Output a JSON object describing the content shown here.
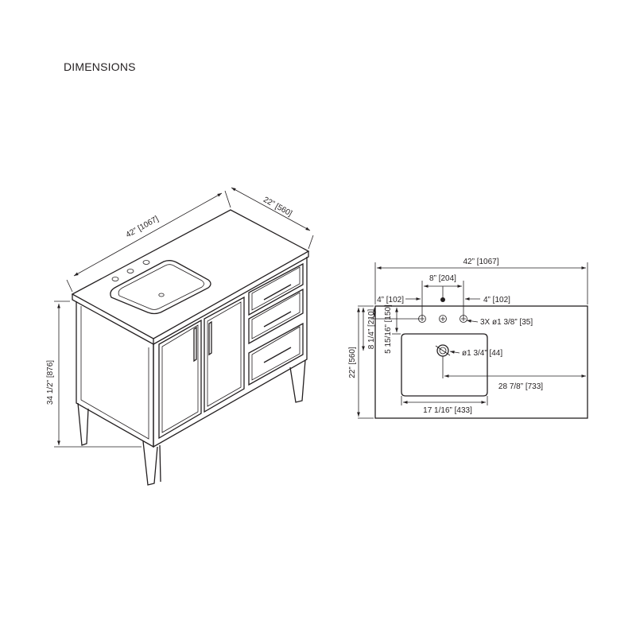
{
  "heading": "DIMENSIONS",
  "iso_view": {
    "width_label": "42” [1067]",
    "depth_label": "22” [560]",
    "height_label": "34 1/2” [876]"
  },
  "plan_view": {
    "overall_width": "42” [1067]",
    "faucet_spread": "8” [204]",
    "left_hole_offset": "4” [102]",
    "right_hole_offset": "4” [102]",
    "holes_callout": "3X ø1 3/8” [35]",
    "depth_to_faucet": "8 1/4” [210]",
    "depth_to_basin": "5 15/16” [150]",
    "overall_depth": "22” [560]",
    "drain_callout": "ø1 3/4” [44]",
    "basin_to_right": "28 7/8” [733]",
    "basin_width": "17 1/16” [433]"
  }
}
